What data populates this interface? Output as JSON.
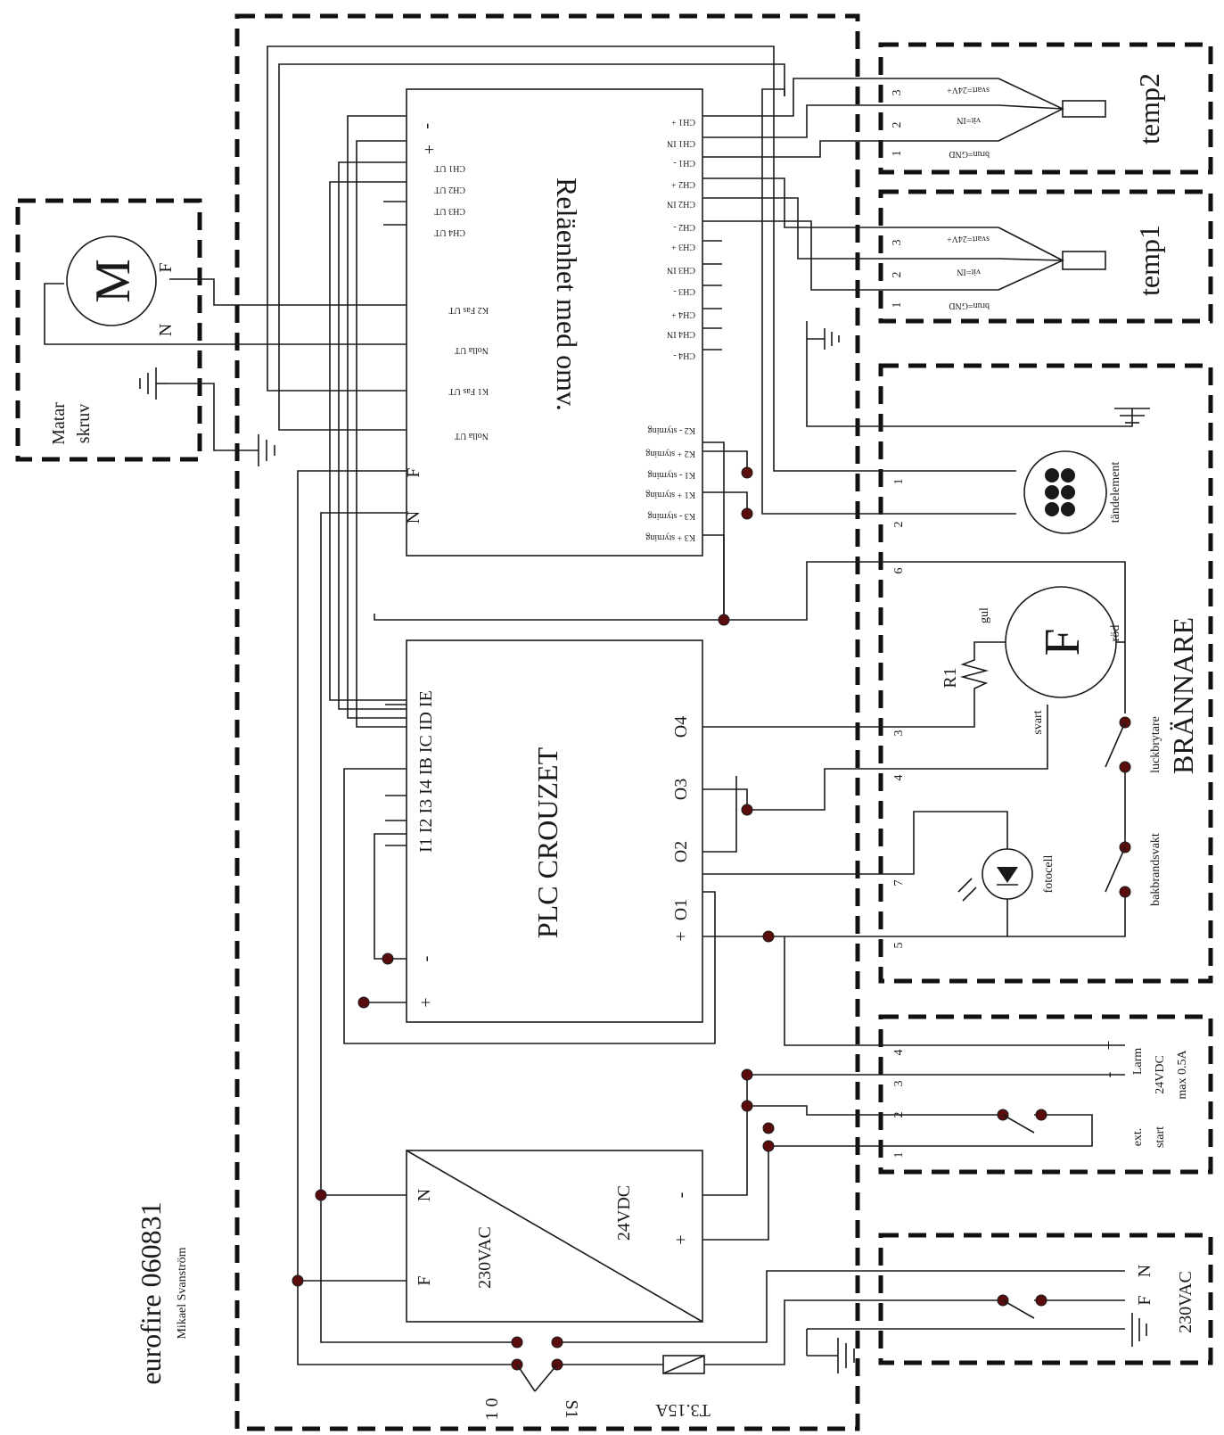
{
  "title": "eurofire 060831",
  "author": "Mikael Svanström",
  "relay": {
    "name": "Reläenhet med omv.",
    "top_pins": [
      "-",
      "+",
      "CH1 UT",
      "CH2 UT",
      "CH3 UT",
      "CH4 UT"
    ],
    "outputs": [
      "K2 Fas UT",
      "Nolla UT",
      "K1 Fas UT",
      "Nolla UT"
    ],
    "power_pins": [
      "F",
      "N"
    ],
    "ch_pins": [
      "CH1 +",
      "CH1 IN",
      "CH1 -",
      "CH2 +",
      "CH2 IN",
      "CH2 -",
      "CH3 +",
      "CH3 IN",
      "CH3 -",
      "CH4 +",
      "CH4 IN",
      "CH4 -"
    ],
    "control_pins": [
      "K2 - styrning",
      "K2 + styrning",
      "K1 - styrning",
      "K1 + styrning",
      "K3 - styrning",
      "K3 + styrning"
    ]
  },
  "plc": {
    "name": "PLC CROUZET",
    "inputs_label": "I1 I2 I3 I4 IB IC ID IE",
    "outputs": [
      "O4",
      "O3",
      "O2",
      "O1",
      "+"
    ],
    "supply": [
      "-",
      "+"
    ]
  },
  "psu": {
    "ac_label": "230VAC",
    "dc_label": "24VDC",
    "ac_pins": [
      "N",
      "F"
    ],
    "dc_pins": [
      "-",
      "+"
    ]
  },
  "switch": {
    "label": "S1",
    "positions": "1 0"
  },
  "fuse": {
    "label": "T3.15A"
  },
  "motor": {
    "symbol": "M",
    "pins": [
      "F",
      "N"
    ],
    "caption1": "Matar",
    "caption2": "skruv"
  },
  "temp2": {
    "name": "temp2",
    "pin_numbers": [
      "3",
      "2",
      "1"
    ],
    "wires": [
      "svart=24V+",
      "vit=IN",
      "brun=GND"
    ]
  },
  "temp1": {
    "name": "temp1",
    "pin_numbers": [
      "3",
      "2",
      "1"
    ],
    "wires": [
      "svart=24V+",
      "vit=IN",
      "brun=GND"
    ]
  },
  "burner": {
    "name": "BRÄNNARE",
    "terminals": [
      "1",
      "2",
      "6",
      "3",
      "4",
      "7",
      "5"
    ],
    "igniter": "tändelement",
    "fan": "F",
    "fan_wires": [
      "gul",
      "röd",
      "svart"
    ],
    "resistor": "R1",
    "door_switch": "luckbrytare",
    "backfire_guard": "bakbrandsvakt",
    "photocell": "fotocell"
  },
  "alarm": {
    "terminals": [
      "4",
      "3",
      "2",
      "1"
    ],
    "signs": [
      "+",
      "-"
    ],
    "label": "Larm",
    "voltage": "24VDC",
    "current": "max 0.5A",
    "ext1": "ext.",
    "ext2": "start"
  },
  "mains": {
    "pins": [
      "N",
      "F"
    ],
    "label": "230VAC"
  }
}
